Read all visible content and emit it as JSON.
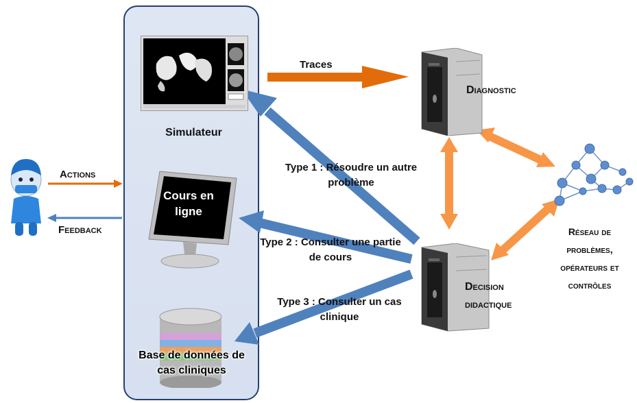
{
  "simulator_panel": {
    "simulator_label": "Simulateur",
    "online_course_label": "Cours en ligne",
    "database_label": "Base de données de cas cliniques"
  },
  "learner": {
    "actions_label": "Actions",
    "feedback_label": "Feedback"
  },
  "traces_label": "Traces",
  "diagnostic_label": "Diagnostic",
  "decision_label": "Decision didactique",
  "network_label": "Réseau de problèmes, opérateurs et contrôles",
  "decision_types": [
    {
      "text": "Type 1 : Résoudre un autre problème"
    },
    {
      "text": "Type 2 : Consulter une partie de cours"
    },
    {
      "text": "Type 3 : Consulter un cas clinique"
    }
  ],
  "colors": {
    "orange_arrow": "#e36c0a",
    "light_orange_arrow": "#f79646",
    "blue_arrow": "#4f81bd",
    "panel_border": "#243f73",
    "panel_fill": "#dce4f2"
  }
}
